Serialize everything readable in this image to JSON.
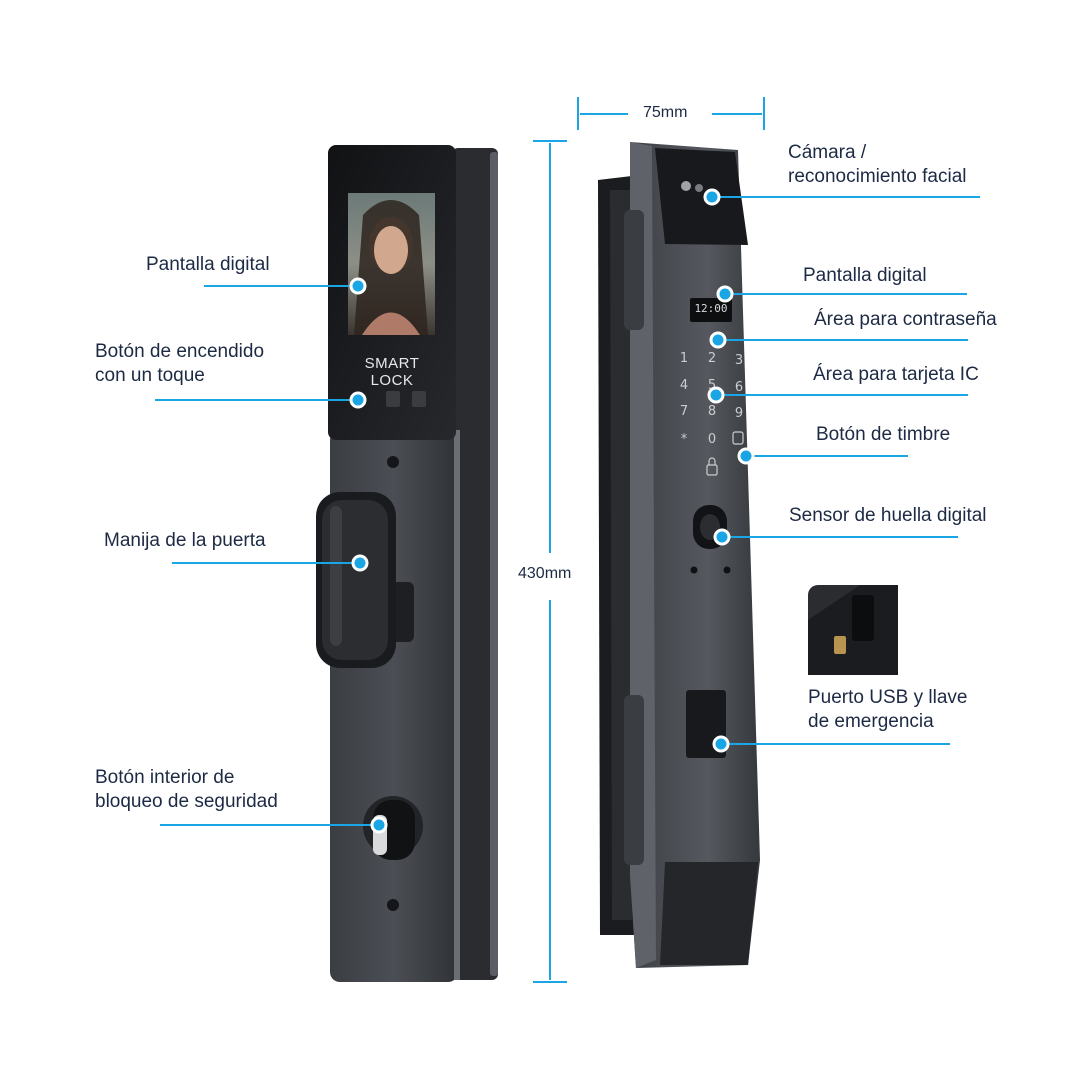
{
  "dimensions": {
    "width": "75mm",
    "height": "430mm"
  },
  "device": {
    "screen_text": "SMART LOCK",
    "side_display": "12:00",
    "keypad": [
      "1",
      "2",
      "3",
      "4",
      "5",
      "6",
      "7",
      "8",
      "9",
      "*",
      "0"
    ]
  },
  "callouts_left": {
    "screen": "Pantalla digital",
    "power_button": [
      "Botón de encendido",
      "con un toque"
    ],
    "handle": "Manija de la puerta",
    "safety_lock": [
      "Botón interior de",
      "bloqueo de seguridad"
    ]
  },
  "callouts_right": {
    "camera": [
      "Cámara /",
      "reconocimiento facial"
    ],
    "display": "Pantalla digital",
    "password": "Área para contraseña",
    "ic_card": "Área para tarjeta IC",
    "doorbell": "Botón de timbre",
    "fingerprint": "Sensor de huella digital",
    "usb": [
      "Puerto USB y llave",
      "de emergencia"
    ]
  },
  "colors": {
    "accent": "#1aa6e4",
    "text": "#1d2a44",
    "device_dark": "#2b2d31",
    "device_mid": "#45484d"
  }
}
